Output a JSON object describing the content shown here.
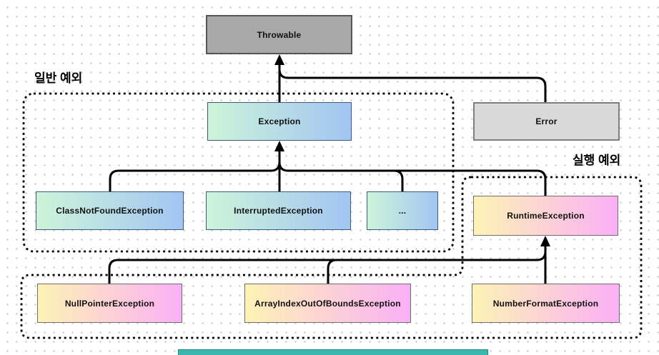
{
  "diagram": {
    "group_labels": {
      "general": "일반 예외",
      "runtime": "실행 예외"
    },
    "nodes": {
      "throwable": {
        "label": "Throwable"
      },
      "exception": {
        "label": "Exception"
      },
      "error": {
        "label": "Error"
      },
      "class_not_found": {
        "label": "ClassNotFoundException"
      },
      "interrupted": {
        "label": "InterruptedException"
      },
      "ellipsis": {
        "label": "..."
      },
      "runtime_exception": {
        "label": "RuntimeException"
      },
      "null_pointer": {
        "label": "NullPointerException"
      },
      "array_index": {
        "label": "ArrayIndexOutOfBoundsException"
      },
      "number_format": {
        "label": "NumberFormatException"
      }
    },
    "colors": {
      "throwable_fill": "#a8a8a8",
      "throwable_border": "#555555",
      "error_fill": "#d9d9d9",
      "error_border": "#7f7f7f",
      "green_blue_left": "#cdf4da",
      "green_blue_right": "#a2c5f2",
      "blue_border": "#3e597f",
      "yellow_pink_left": "#fdf3b5",
      "yellow_pink_right": "#fab0f6",
      "pink_border": "#6e6e6e",
      "connector": "#000000",
      "grid_dot": "#c9c9c9",
      "partial_bar": "#3ab6ad"
    }
  }
}
